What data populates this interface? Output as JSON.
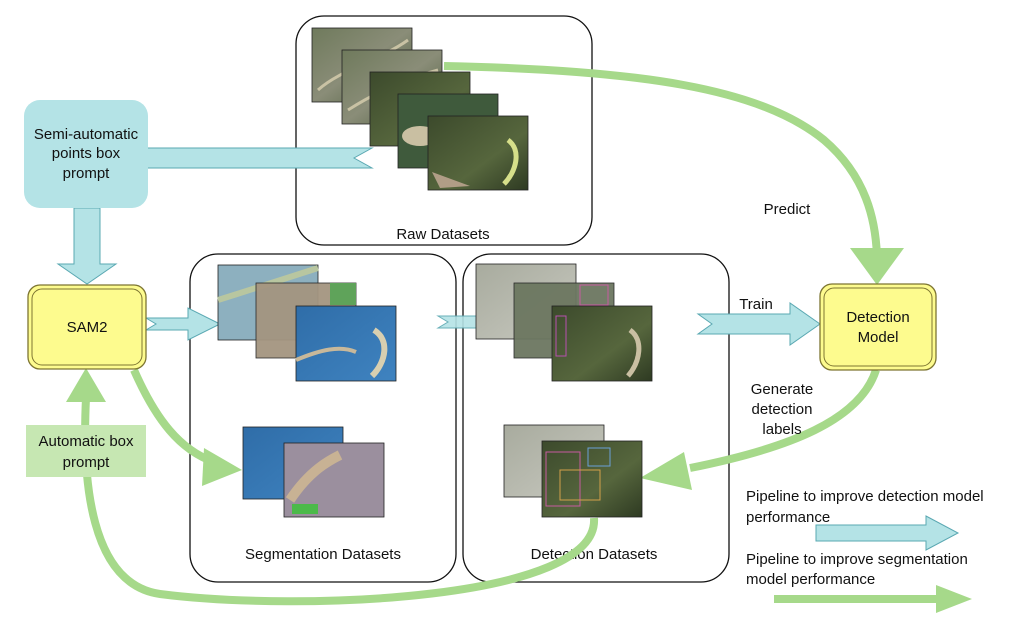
{
  "panels": {
    "raw": "Raw Datasets",
    "segmentation": "Segmentation Datasets",
    "detection": "Detection Datasets"
  },
  "nodes": {
    "semi_auto_prompt": [
      "Semi-automatic",
      "points box",
      "prompt"
    ],
    "sam2": "SAM2",
    "detection_model": [
      "Detection",
      "Model"
    ],
    "auto_box_prompt": [
      "Automatic box",
      "prompt"
    ]
  },
  "edge_labels": {
    "predict": "Predict",
    "train": "Train",
    "generate": [
      "Generate",
      "detection",
      "labels"
    ]
  },
  "legend": {
    "detection_pipeline": [
      "Pipeline to improve detection model",
      "performance"
    ],
    "segmentation_pipeline": [
      "Pipeline to improve segmentation",
      "model performance"
    ]
  },
  "colors": {
    "teal_fill": "#b4e3e6",
    "teal_stroke": "#5aa8b2",
    "green_arrow": "#a6d98a",
    "node_yellow": "#fdfb8e",
    "node_border": "#9a8f3a",
    "prompt_green": "#c6e7b2"
  }
}
